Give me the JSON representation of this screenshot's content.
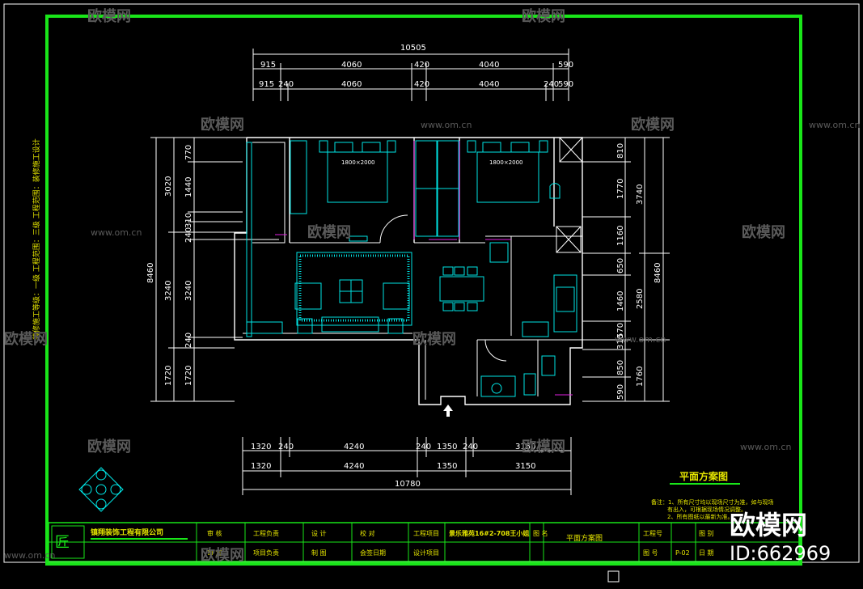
{
  "drawing": {
    "title": "平面方案图",
    "company": "镇翔装饰工程有限公司",
    "side_note": "装修施工等级：一级  工程范围：三级  工程范围：装修施工设计",
    "project": "景乐雅苑16#2-708王小姐",
    "sheet_name": "平面方案图",
    "sheet_no": "P-02",
    "notes": [
      "备注：1、所有尺寸均以现场尺寸为准，如与现场",
      "有出入，可根据现场情况调整。",
      "2、所有图纸以最新为准。"
    ],
    "colors": {
      "border": "#19e619",
      "wall": "#ffffff",
      "furniture": "#00e5e5",
      "accent": "#e020e0",
      "note": "#e6e600"
    }
  },
  "dimensions": {
    "top_total": "10505",
    "top_row1": [
      "915",
      "4060",
      "420",
      "4040",
      "590"
    ],
    "top_row2": [
      "915",
      "240",
      "4060",
      "420",
      "4040",
      "240",
      "590"
    ],
    "bottom_total": "10780",
    "bottom_row1": [
      "1320",
      "240",
      "4240",
      "240",
      "1350",
      "240",
      "3150"
    ],
    "bottom_row2": [
      "1320",
      "4240",
      "1350",
      "3150"
    ],
    "left_total": "8460",
    "left_outer": [
      "3020",
      "3240",
      "1720"
    ],
    "left_inner": [
      "770",
      "1440",
      "310",
      "240",
      "3240",
      "240",
      "1720"
    ],
    "right_total": "8460",
    "right_outer": [
      "3740",
      "2580",
      "1760"
    ],
    "right_inner": [
      "810",
      "1770",
      "1160",
      "650",
      "1460",
      "570",
      "310",
      "850",
      "590"
    ]
  },
  "rooms": {
    "bed1": "1800×2000",
    "bed2": "1800×2000"
  },
  "title_block": {
    "row1": [
      "审 核",
      "工程负责",
      "设 计",
      "校 对",
      "工程项目",
      "图 名",
      "工程号",
      "图 别"
    ],
    "row2": [
      "审 定",
      "项目负责",
      "制 图",
      "会签日期",
      "设计项目",
      "图 号",
      "日 期"
    ]
  },
  "watermark": {
    "brand": "欧模网",
    "url": "www.om.cn",
    "id": "ID:662969"
  }
}
